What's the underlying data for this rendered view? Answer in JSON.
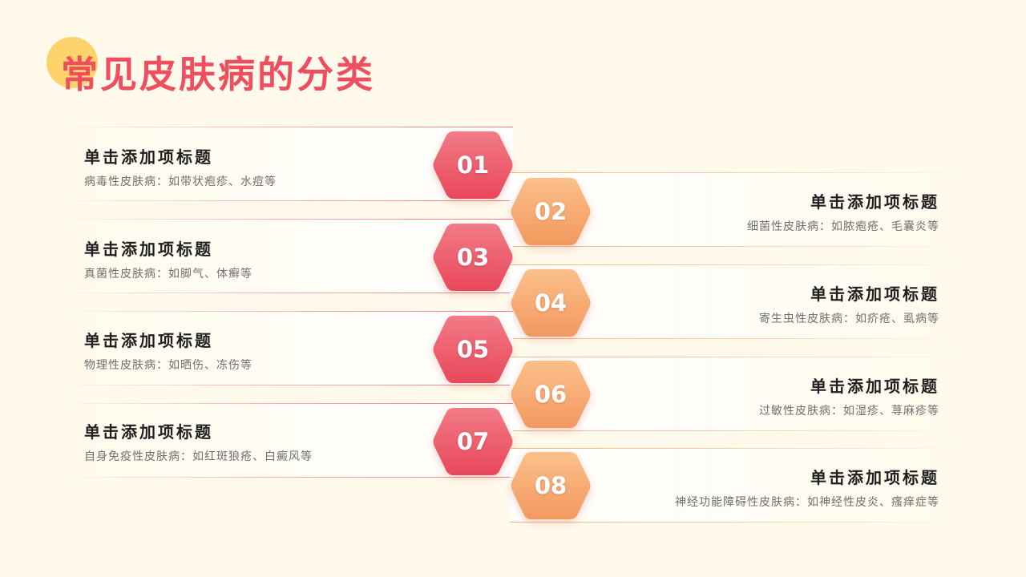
{
  "title": "常见皮肤病的分类",
  "colors": {
    "red": "#f04e5e",
    "orange": "#f5a066",
    "accent_circle": "#ffd36b"
  },
  "items": [
    {
      "num": "01",
      "title": "单击添加项标题",
      "desc": "病毒性皮肤病：如带状疱疹、水痘等"
    },
    {
      "num": "02",
      "title": "单击添加项标题",
      "desc": "细菌性皮肤病：如脓疱疮、毛囊炎等"
    },
    {
      "num": "03",
      "title": "单击添加项标题",
      "desc": "真菌性皮肤病：如脚气、体癣等"
    },
    {
      "num": "04",
      "title": "单击添加项标题",
      "desc": "寄生虫性皮肤病：如疥疮、虱病等"
    },
    {
      "num": "05",
      "title": "单击添加项标题",
      "desc": "物理性皮肤病：如晒伤、冻伤等"
    },
    {
      "num": "06",
      "title": "单击添加项标题",
      "desc": "过敏性皮肤病：如湿疹、荨麻疹等"
    },
    {
      "num": "07",
      "title": "单击添加项标题",
      "desc": "自身免疫性皮肤病：如红斑狼疮、白癜风等"
    },
    {
      "num": "08",
      "title": "单击添加项标题",
      "desc": "神经功能障碍性皮肤病：如神经性皮炎、瘙痒症等"
    }
  ]
}
